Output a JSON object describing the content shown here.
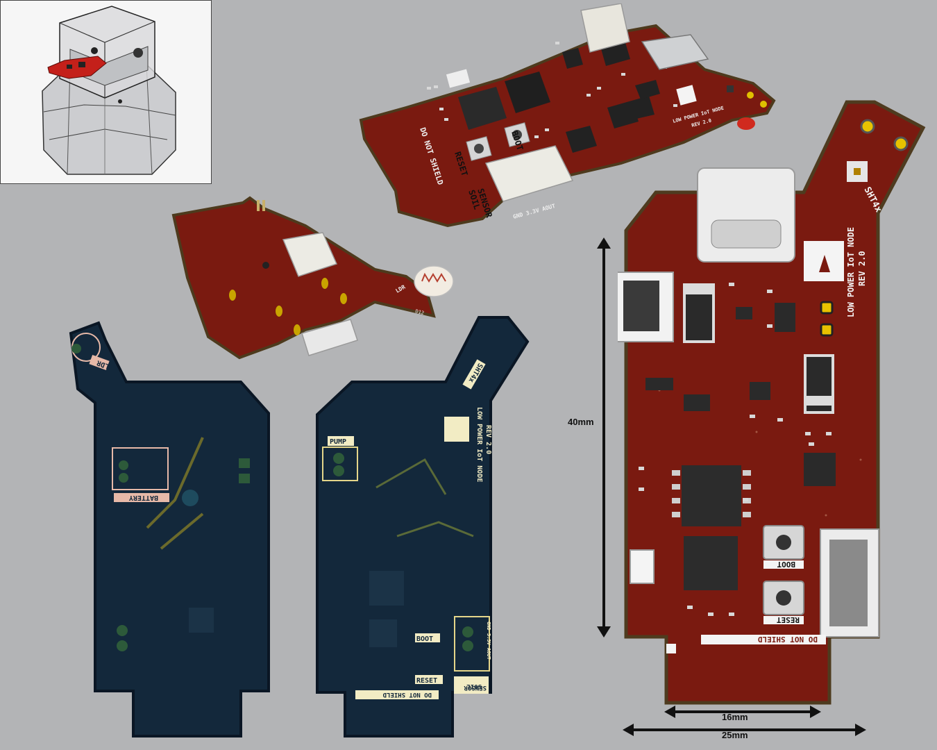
{
  "board": {
    "title": "LOW POWER IoT NODE",
    "revision": "REV 2.0",
    "sensor_label": "SHT4x",
    "boot_label": "BOOT",
    "reset_label": "RESET",
    "shield_warning": "DO NOT SHIELD",
    "soil_label": "SOIL",
    "sensor_word": "SENSOR",
    "connector_pins": "GND 3.3V AOUT",
    "pump_label": "PUMP",
    "battery_label": "BATTERY",
    "ldr_label": "LDR",
    "ldr_ref": "D12"
  },
  "dimensions": {
    "height": "40mm",
    "inner_width": "16mm",
    "outer_width": "25mm"
  },
  "colors": {
    "pcb_red": "#7a1a10",
    "pcb_dark_blue": "#13283b",
    "background": "#b3b4b6"
  }
}
